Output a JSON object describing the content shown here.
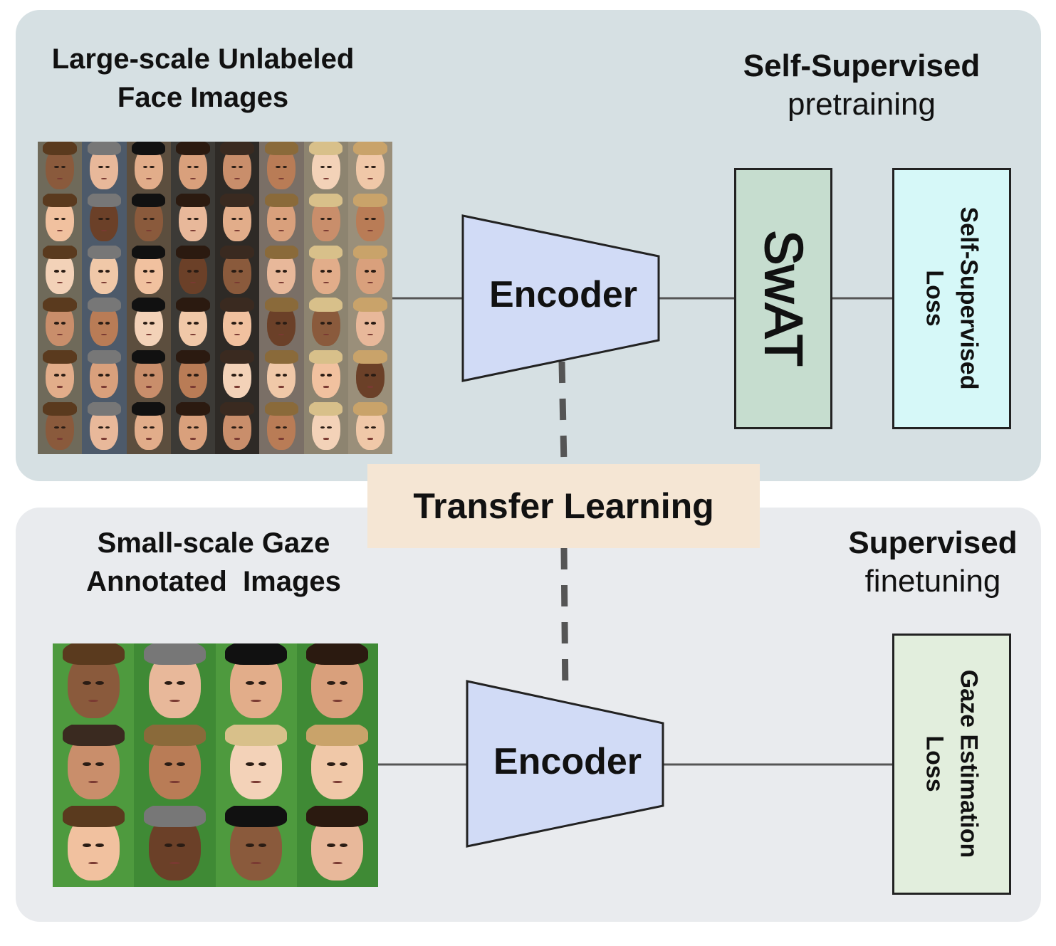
{
  "pretraining": {
    "images_title_line1": "Large-scale Unlabeled",
    "images_title_line2": "Face Images",
    "stage_bold": "Self-Supervised",
    "stage_regular": "pretraining",
    "encoder_label": "Encoder",
    "swat_label": "SwAT",
    "loss_line1": "Self-Supervised",
    "loss_line2": "Loss",
    "colors": {
      "panel": "#d6e0e3",
      "encoder": "#d1dbf6",
      "swat": "#c6ddcf",
      "loss": "#d6f8f8"
    }
  },
  "transfer": {
    "label": "Transfer Learning",
    "color": "#f5e6d4"
  },
  "finetuning": {
    "images_title_line1": "Small-scale Gaze",
    "images_title_line2": "Annotated  Images",
    "stage_bold": "Supervised",
    "stage_regular": "finetuning",
    "encoder_label": "Encoder",
    "loss_line1": "Gaze Estimation",
    "loss_line2": "Loss",
    "colors": {
      "panel": "#e9ebee",
      "encoder": "#d1dbf6",
      "loss": "#e2eedd"
    }
  },
  "face_grid_top": {
    "rows": 6,
    "cols": 8
  },
  "face_grid_bottom": {
    "rows": 3,
    "cols": 4
  }
}
